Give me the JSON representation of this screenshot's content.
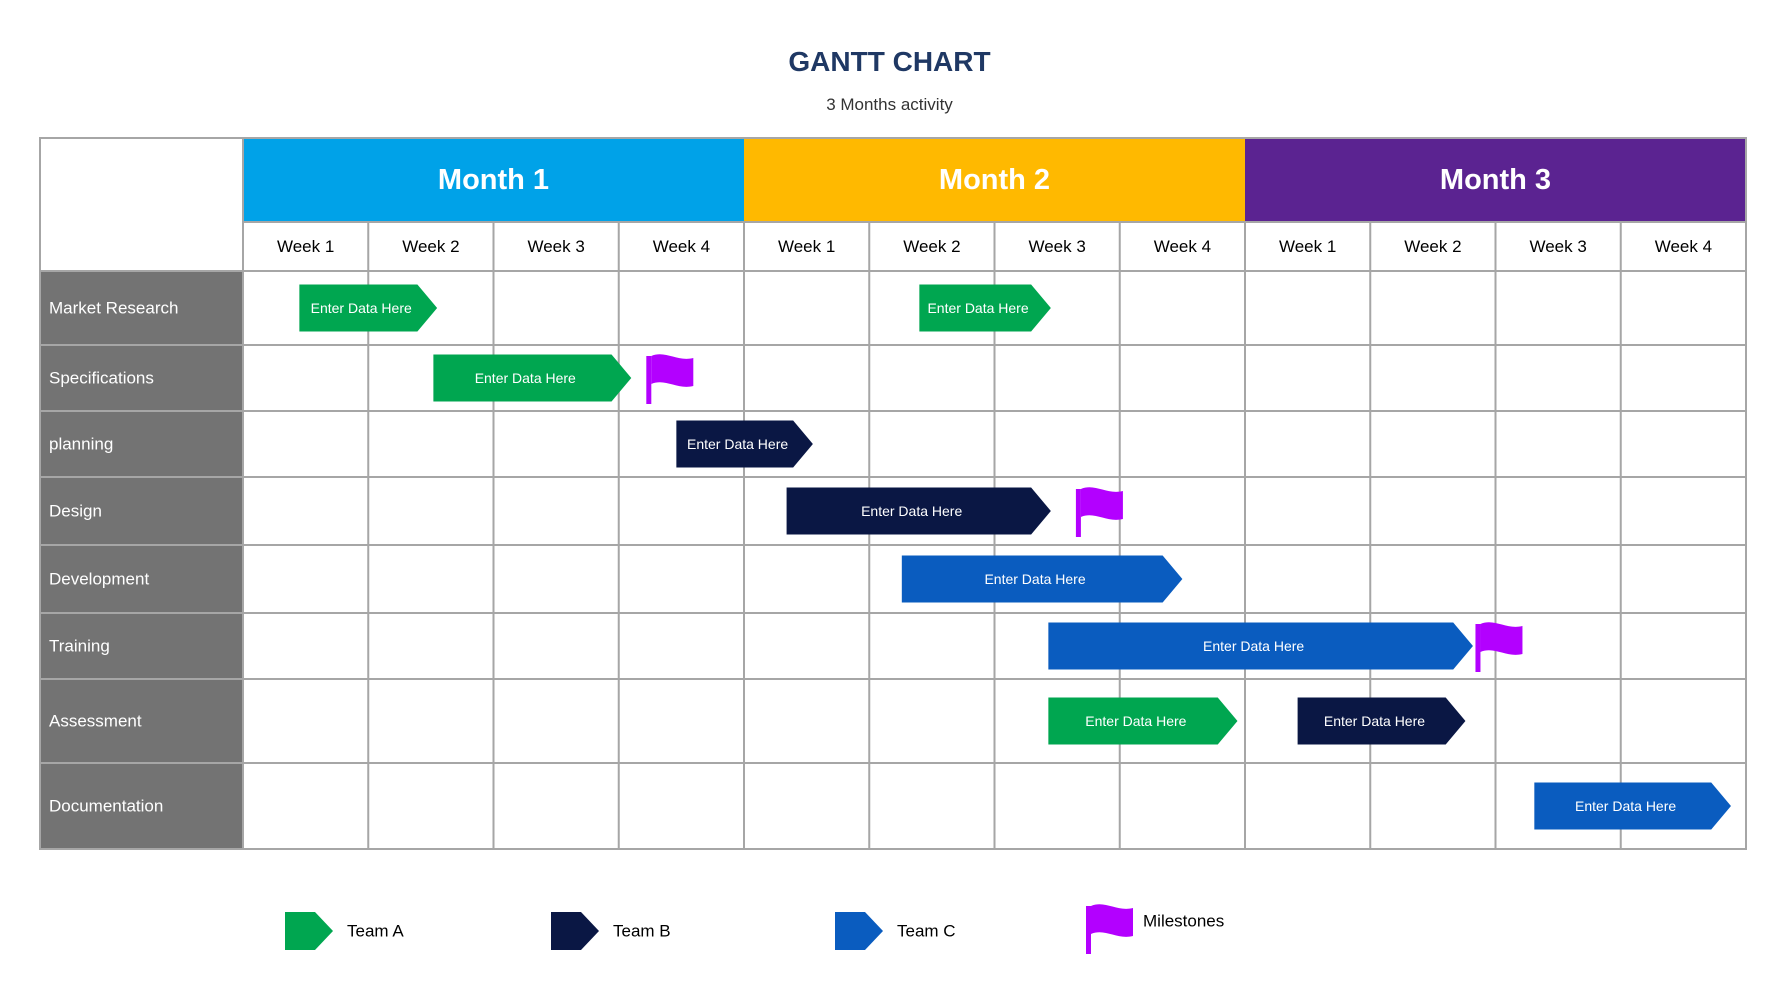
{
  "chart_data": {
    "type": "gantt",
    "title": "GANTT CHART",
    "subtitle": "3 Months activity",
    "months": [
      {
        "label": "Month 1",
        "color": "#00a2e8"
      },
      {
        "label": "Month 2",
        "color": "#ffb900"
      },
      {
        "label": "Month 3",
        "color": "#5b2391"
      }
    ],
    "weeks": [
      "Week 1",
      "Week 2",
      "Week 3",
      "Week 4",
      "Week 1",
      "Week 2",
      "Week 3",
      "Week 4",
      "Week 1",
      "Week 2",
      "Week 3",
      "Week 4"
    ],
    "tasks": [
      "Market Research",
      "Specifications",
      "planning",
      "Design",
      "Development",
      "Training",
      "Assessment",
      "Documentation"
    ],
    "teams": [
      {
        "id": "A",
        "label": "Team A",
        "color": "#00a650"
      },
      {
        "id": "B",
        "label": "Team B",
        "color": "#0a1744"
      },
      {
        "id": "C",
        "label": "Team C",
        "color": "#0a5cbf"
      }
    ],
    "milestone": {
      "label": "Milestones",
      "color": "#b300ff"
    },
    "bars": [
      {
        "task": 0,
        "start": 0.45,
        "end": 1.55,
        "team": "A",
        "label": "Enter Data Here"
      },
      {
        "task": 0,
        "start": 5.4,
        "end": 6.45,
        "team": "A",
        "label": "Enter Data Here"
      },
      {
        "task": 1,
        "start": 1.52,
        "end": 3.1,
        "team": "A",
        "label": "Enter Data Here"
      },
      {
        "task": 2,
        "start": 3.46,
        "end": 4.55,
        "team": "B",
        "label": "Enter Data Here"
      },
      {
        "task": 3,
        "start": 4.34,
        "end": 6.45,
        "team": "B",
        "label": "Enter Data Here"
      },
      {
        "task": 4,
        "start": 5.26,
        "end": 7.5,
        "team": "C",
        "label": "Enter Data Here"
      },
      {
        "task": 5,
        "start": 6.43,
        "end": 9.82,
        "team": "C",
        "label": "Enter Data Here"
      },
      {
        "task": 6,
        "start": 6.43,
        "end": 7.94,
        "team": "A",
        "label": "Enter Data Here"
      },
      {
        "task": 6,
        "start": 8.42,
        "end": 9.76,
        "team": "B",
        "label": "Enter Data Here"
      },
      {
        "task": 7,
        "start": 10.31,
        "end": 11.88,
        "team": "C",
        "label": "Enter Data Here"
      }
    ],
    "milestones": [
      {
        "task": 1,
        "at": 3.22
      },
      {
        "task": 3,
        "at": 6.65
      },
      {
        "task": 5,
        "at": 9.84
      }
    ]
  }
}
